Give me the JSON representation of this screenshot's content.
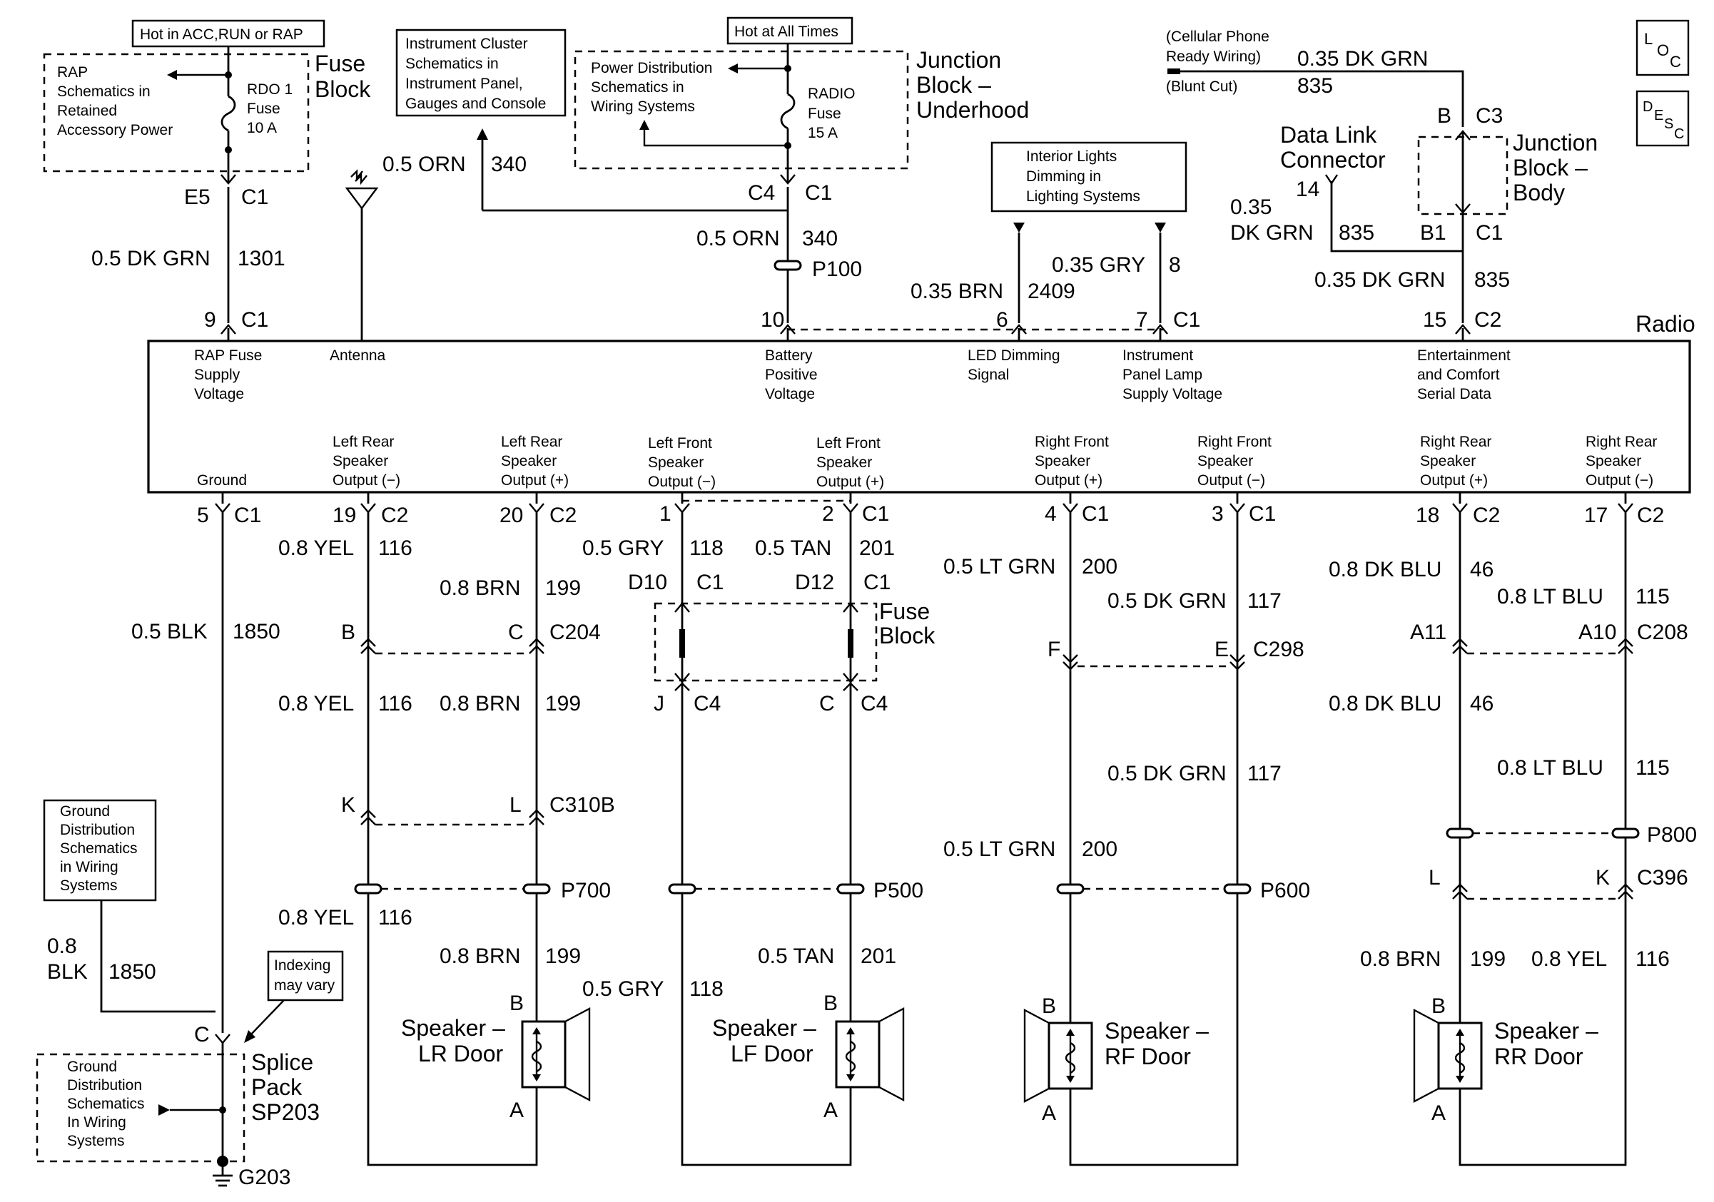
{
  "radio": {
    "label": "Radio",
    "top_pins": [
      {
        "name": "RAP Fuse Supply Voltage",
        "lines": [
          "RAP Fuse",
          "Supply",
          "Voltage"
        ],
        "pin": "9",
        "conn": "C1"
      },
      {
        "name": "Antenna",
        "lines": [
          "Antenna"
        ]
      },
      {
        "name": "Battery Positive Voltage",
        "lines": [
          "Battery",
          "Positive",
          "Voltage"
        ],
        "pin": "10"
      },
      {
        "name": "LED Dimming Signal",
        "lines": [
          "LED Dimming",
          "Signal"
        ],
        "pin": "6"
      },
      {
        "name": "Instrument Panel Lamp Supply Voltage",
        "lines": [
          "Instrument",
          "Panel Lamp",
          "Supply Voltage"
        ],
        "pin": "7",
        "conn": "C1"
      },
      {
        "name": "Entertainment and Comfort Serial Data",
        "lines": [
          "Entertainment",
          "and Comfort",
          "Serial Data"
        ],
        "pin": "15",
        "conn": "C2"
      }
    ],
    "bottom_pins": [
      {
        "lines": [
          "Ground"
        ],
        "pin": "5",
        "conn": "C1"
      },
      {
        "lines": [
          "Left Rear",
          "Speaker",
          "Output (−)"
        ],
        "pin": "19",
        "conn": "C2"
      },
      {
        "lines": [
          "Left Rear",
          "Speaker",
          "Output (+)"
        ],
        "pin": "20",
        "conn": "C2"
      },
      {
        "lines": [
          "Left Front",
          "Speaker",
          "Output (−)"
        ],
        "pin": "1",
        "conn": ""
      },
      {
        "lines": [
          "Left Front",
          "Speaker",
          "Output (+)"
        ],
        "pin": "2",
        "conn": "C1"
      },
      {
        "lines": [
          "Right Front",
          "Speaker",
          "Output (+)"
        ],
        "pin": "4",
        "conn": "C1"
      },
      {
        "lines": [
          "Right Front",
          "Speaker",
          "Output (−)"
        ],
        "pin": "3",
        "conn": "C1"
      },
      {
        "lines": [
          "Right Rear",
          "Speaker",
          "Output (+)"
        ],
        "pin": "18",
        "conn": "C2"
      },
      {
        "lines": [
          "Right Rear",
          "Speaker",
          "Output (−)"
        ],
        "pin": "17",
        "conn": "C2"
      }
    ]
  },
  "notes": {
    "hot_acc": "Hot in ACC,RUN or RAP",
    "hot_all": "Hot at All Times",
    "rap_schem": [
      "RAP",
      "Schematics in",
      "Retained",
      "Accessory Power"
    ],
    "ic_schem": [
      "Instrument Cluster",
      "Schematics in",
      "Instrument Panel,",
      "Gauges and Console"
    ],
    "pd_schem": [
      "Power Distribution",
      "Schematics in",
      "Wiring Systems"
    ],
    "il_schem": [
      "Interior Lights",
      "Dimming in",
      "Lighting Systems"
    ],
    "gd_schem_top": [
      "Ground",
      "Distribution",
      "Schematics",
      "in Wiring",
      "Systems"
    ],
    "gd_schem_bot": [
      "Ground",
      "Distribution",
      "Schematics",
      "In Wiring",
      "Systems"
    ],
    "indexing": [
      "Indexing",
      "may vary"
    ],
    "cell": [
      "(Cellular Phone",
      "Ready Wiring)"
    ],
    "blunt": "(Blunt Cut)"
  },
  "fuses": {
    "rdo1": [
      "RDO 1",
      "Fuse",
      "10 A"
    ],
    "radio": [
      "RADIO",
      "Fuse",
      "15 A"
    ]
  },
  "blocks": {
    "fuse_block_top": [
      "Fuse",
      "Block"
    ],
    "jb_underhood": [
      "Junction",
      "Block –",
      "Underhood"
    ],
    "jb_body": [
      "Junction",
      "Block –",
      "Body"
    ],
    "fuse_block_mid": [
      "Fuse",
      "Block"
    ],
    "splice": [
      "Splice",
      "Pack",
      "SP203"
    ],
    "dlc": [
      "Data Link",
      "Connector"
    ]
  },
  "icons": {
    "loc": "LOC",
    "desc": "DESC"
  },
  "wires": {
    "w1301": {
      "gauge": "0.5 DK GRN",
      "circuit": "1301"
    },
    "w340a": {
      "gauge": "0.5 ORN",
      "circuit": "340"
    },
    "w340b": {
      "gauge": "0.5 ORN",
      "circuit": "340"
    },
    "w2409": {
      "gauge": "0.35 BRN",
      "circuit": "2409"
    },
    "w8": {
      "gauge": "0.35 GRY",
      "circuit": "8"
    },
    "w835a": {
      "gauge": "0.35 DK GRN",
      "circuit": "835"
    },
    "w835b_g": [
      "0.35",
      "DK GRN"
    ],
    "w835b_c": "835",
    "w835c": {
      "gauge": "0.35 DK GRN",
      "circuit": "835"
    },
    "w1850a": {
      "gauge": "0.5 BLK",
      "circuit": "1850"
    },
    "w1850b_g": [
      "0.8",
      "BLK"
    ],
    "w1850b_c": "1850",
    "w116": {
      "gauge": "0.8 YEL",
      "circuit": "116"
    },
    "w199": {
      "gauge": "0.8 BRN",
      "circuit": "199"
    },
    "w118": {
      "gauge": "0.5 GRY",
      "circuit": "118"
    },
    "w201": {
      "gauge": "0.5 TAN",
      "circuit": "201"
    },
    "w200": {
      "gauge": "0.5 LT GRN",
      "circuit": "200"
    },
    "w117": {
      "gauge": "0.5 DK GRN",
      "circuit": "117"
    },
    "w46": {
      "gauge": "0.8 DK BLU",
      "circuit": "46"
    },
    "w115": {
      "gauge": "0.8 LT BLU",
      "circuit": "115"
    }
  },
  "connectors": {
    "e5": "E5",
    "c1": "C1",
    "c2": "C2",
    "c3": "C3",
    "c4": "C4",
    "b": "B",
    "b1": "B1",
    "n14": "14",
    "n8": "8",
    "p100": "P100",
    "c204": "C204",
    "c298": "C298",
    "c208": "C208",
    "c310b": "C310B",
    "c396": "C396",
    "p700": "P700",
    "p500": "P500",
    "p600": "P600",
    "p800": "P800",
    "g203": "G203",
    "d10": "D10",
    "d12": "D12",
    "pinB": "B",
    "pinC": "C",
    "pinJ": "J",
    "pinK": "K",
    "pinL": "L",
    "pinF": "F",
    "pinE": "E",
    "pinA11": "A11",
    "pinA10": "A10",
    "pinA": "A"
  },
  "speakers": {
    "lr": [
      "Speaker –",
      "LR Door"
    ],
    "lf": [
      "Speaker –",
      "LF Door"
    ],
    "rf": [
      "Speaker –",
      "RF Door"
    ],
    "rr": [
      "Speaker –",
      "RR Door"
    ]
  }
}
